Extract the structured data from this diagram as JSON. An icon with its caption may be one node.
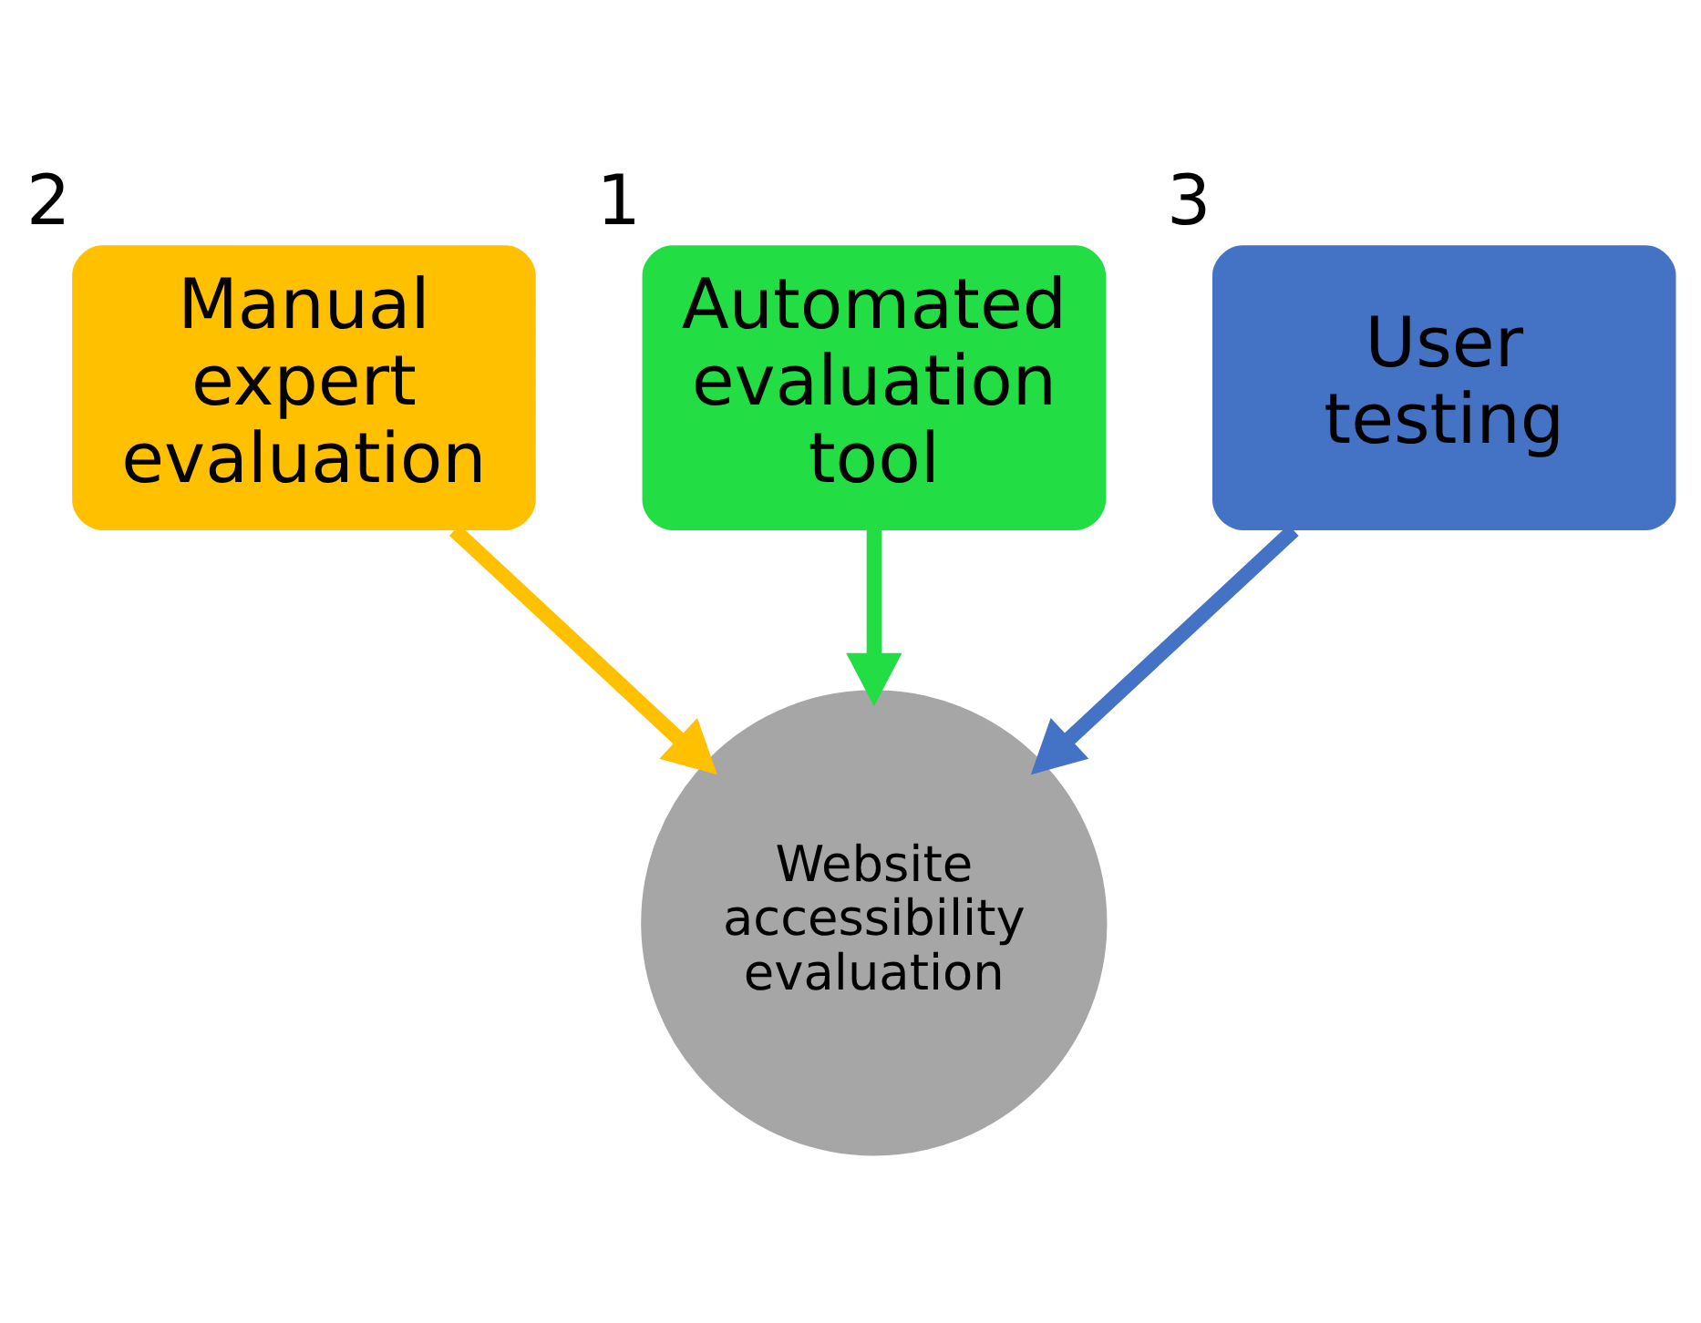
{
  "diagram": {
    "nodes": [
      {
        "text": [
          "Automated evaluation tool"
        ],
        "beside": [
          "1"
        ]
      },
      {
        "text": [
          "Manual expert evaluation"
        ],
        "beside": [
          "2"
        ]
      },
      {
        "text": [
          "User testing"
        ],
        "beside": [
          "3"
        ]
      },
      {
        "text": [
          "Website accessibility evaluation"
        ]
      }
    ],
    "edges": [
      {
        "from": 1,
        "to": 3,
        "arrow": "to",
        "color": "#ffc000"
      },
      {
        "from": 0,
        "to": 3,
        "arrow": "to",
        "color": "#22dd44"
      },
      {
        "from": 2,
        "to": 3,
        "arrow": "to",
        "color": "#4472c4"
      }
    ]
  }
}
